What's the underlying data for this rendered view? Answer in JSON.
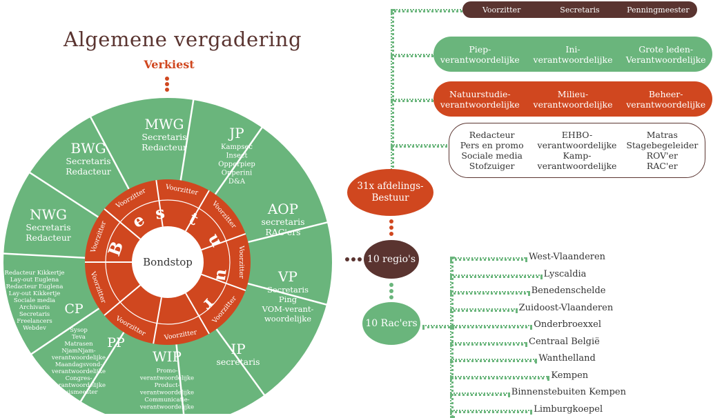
{
  "title": "Algemene vergadering",
  "verkiest": "Verkiest",
  "colors": {
    "brown": "#5a3430",
    "red": "#d0471f",
    "green": "#6ab57c"
  },
  "wheel": {
    "center": "Bondstop",
    "bestuur_letters": [
      "B",
      "e",
      "s",
      "t",
      "u",
      "u",
      "r"
    ],
    "ring_label": "Voorzitter",
    "segments": [
      {
        "name": "MWG",
        "lines": [
          "Secretaris",
          "Redacteur"
        ]
      },
      {
        "name": "JP",
        "lines": [
          "Kampsec",
          "Insect",
          "Opperpiep",
          "Opperini",
          "D&A"
        ]
      },
      {
        "name": "AOP",
        "lines": [
          "secretaris",
          "RAC'ers"
        ]
      },
      {
        "name": "VP",
        "lines": [
          "Secretaris",
          "Ping",
          "VOM-verant-",
          "woordelijke"
        ]
      },
      {
        "name": "IP",
        "lines": [
          "secretaris"
        ]
      },
      {
        "name": "WIP",
        "lines": [
          "Promo-",
          "verantwoordelijke",
          "Product-",
          "verantwoordelijke",
          "Communicatie-",
          "verantwoordelijke"
        ]
      },
      {
        "name": "PP",
        "lines": [
          "Sysop",
          "Teva",
          "Matrasen",
          "NjamNjam-",
          "verantwoordelijke",
          "Maandagsvond-",
          "verantwoordelijke",
          "Congres-",
          "verantwoordelijke",
          "Huismeester"
        ]
      },
      {
        "name": "CP",
        "lines": [
          "Redacteur Kikkertje",
          "Lay-out Euglena",
          "Redacteur Euglena",
          "Lay-out Kikkertje",
          "Sociale media",
          "Archivaris",
          "Secretaris",
          "Freelancers",
          "Webdev"
        ]
      },
      {
        "name": "NWG",
        "lines": [
          "Secretaris",
          "Redacteur"
        ]
      },
      {
        "name": "BWG",
        "lines": [
          "Secretaris",
          "Redacteur"
        ]
      }
    ]
  },
  "boards": {
    "top": [
      "Voorzitter",
      "Secretaris",
      "Penningmeester"
    ],
    "green": [
      [
        "Piep-",
        "verantwoordelijke"
      ],
      [
        "Ini-",
        "verantwoordelijke"
      ],
      [
        "Grote leden-",
        "Verantwoordelijke"
      ]
    ],
    "red": [
      [
        "Natuurstudie-",
        "verantwoordelijke"
      ],
      [
        "Milieu-",
        "verantwoordelijke"
      ],
      [
        "Beheer-",
        "verantwoordelijke"
      ]
    ],
    "outline": [
      [
        "Redacteur",
        "Pers en promo",
        "Sociale media",
        "Stofzuiger"
      ],
      [
        "EHBO-",
        "verantwoordelijke",
        "Kamp-",
        "verantwoordelijke"
      ],
      [
        "Matras",
        "Stagebegeleider",
        "ROV'er",
        "RAC'er"
      ]
    ]
  },
  "nodes": {
    "afdelingen": [
      "31x afdelings-",
      "Bestuur"
    ],
    "regios": "10 regio's",
    "racers": "10 Rac'ers"
  },
  "regions": [
    "West-Vlaanderen",
    "Lyscaldia",
    "Benedenschelde",
    "Zuidoost-Vlaanderen",
    "Onderbroexxel",
    "Centraal België",
    "Wanthelland",
    "Kempen",
    "Binnenstebuiten Kempen",
    "Limburgkoepel"
  ]
}
